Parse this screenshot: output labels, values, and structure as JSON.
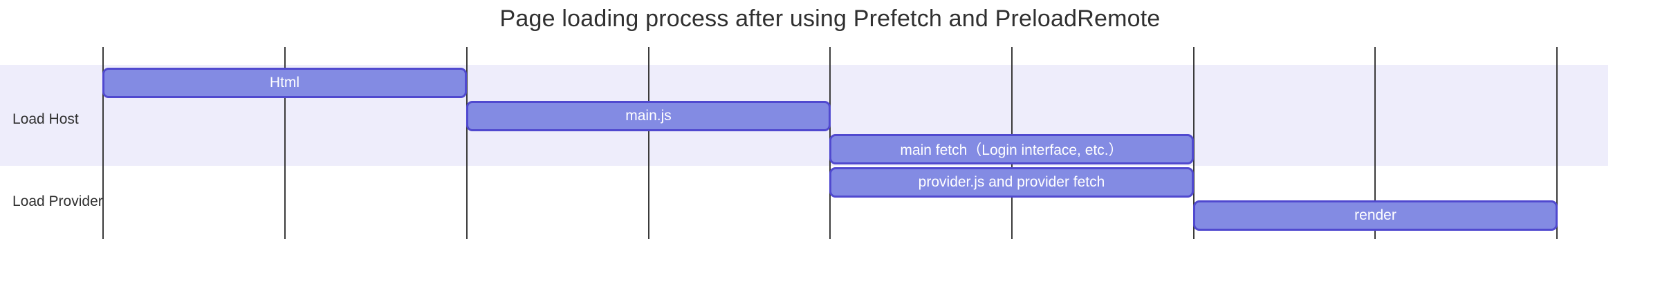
{
  "chart_data": {
    "type": "bar",
    "subtype": "gantt-timeline",
    "title": "Page loading process after using Prefetch and PreloadRemote",
    "xlabel": "",
    "ylabel": "",
    "grid": true,
    "legend": "none",
    "categories": [
      "Load Host",
      "Load Provider"
    ],
    "x_axis": {
      "unit": "time-step",
      "ticks": [
        0,
        1,
        2,
        3,
        4,
        5,
        6,
        7,
        8
      ],
      "tick_labels": [
        "",
        "",
        "",
        "",
        "",
        "",
        "",
        "",
        ""
      ],
      "xlim": [
        0,
        8
      ]
    },
    "tracks": [
      {
        "name": "Load Host",
        "band": true,
        "tasks": [
          {
            "label": "Html",
            "start": 0,
            "end": 2,
            "row": 0
          },
          {
            "label": "main.js",
            "start": 2,
            "end": 4,
            "row": 1
          },
          {
            "label": "main fetch（Login interface, etc.）",
            "start": 4,
            "end": 6,
            "row": 2
          }
        ]
      },
      {
        "name": "Load Provider",
        "band": false,
        "tasks": [
          {
            "label": "provider.js and provider fetch",
            "start": 4,
            "end": 6,
            "row": 3
          },
          {
            "label": "render",
            "start": 6,
            "end": 8,
            "row": 4
          }
        ]
      }
    ],
    "bar_fill_color": "#838be3",
    "bar_border_color": "#5049cf",
    "bar_text_color": "#ffffff",
    "band_color": "#eeedfb",
    "gridline_color": "#3b3b3b",
    "title_color": "#303030"
  },
  "title": {
    "text": "Page loading process after using Prefetch and PreloadRemote"
  },
  "rows": [
    {
      "label": "Load Host"
    },
    {
      "label": "Load Provider"
    }
  ],
  "bars": [
    {
      "label": "Html"
    },
    {
      "label": "main.js"
    },
    {
      "label": "main fetch（Login interface, etc.）"
    },
    {
      "label": "provider.js and provider fetch"
    },
    {
      "label": "render"
    }
  ]
}
